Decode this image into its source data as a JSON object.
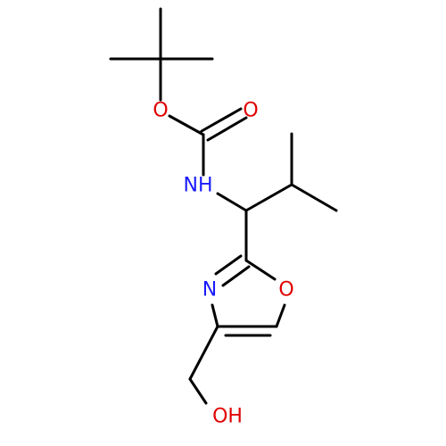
{
  "molecule": {
    "atom_labels": {
      "carbamate_o_ether": "O",
      "carbamate_o_carbonyl": "O",
      "amide_nh": "NH",
      "ring_n": "N",
      "ring_o": "O",
      "hydroxyl": "OH"
    },
    "colors": {
      "bond": "#000000",
      "oxygen": "#e00000",
      "nitrogen": "#1a1aff"
    }
  }
}
